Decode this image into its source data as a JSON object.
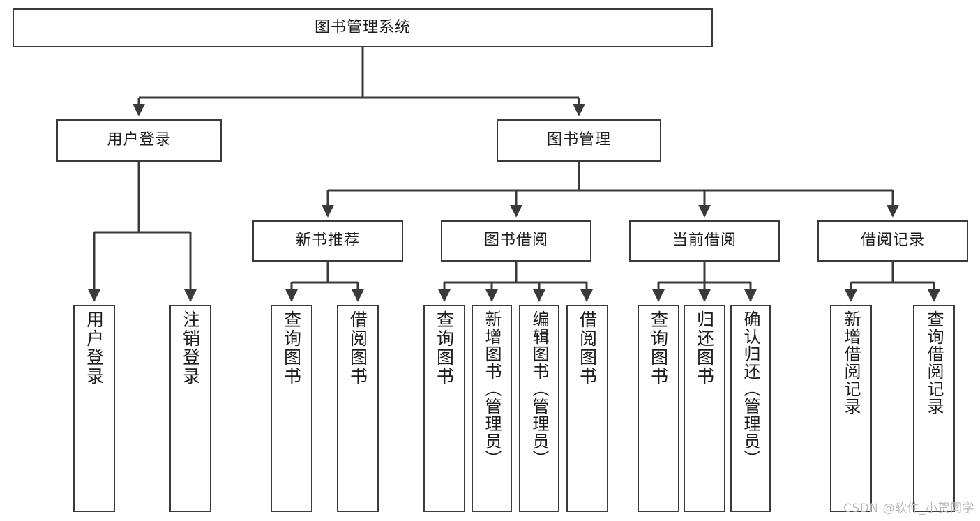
{
  "diagram": {
    "type": "tree",
    "title": "图书管理系统",
    "root": {
      "label": "图书管理系统"
    },
    "level2": [
      {
        "label": "用户登录"
      },
      {
        "label": "图书管理"
      }
    ],
    "level3": [
      {
        "label": "新书推荐"
      },
      {
        "label": "图书借阅"
      },
      {
        "label": "当前借阅"
      },
      {
        "label": "借阅记录"
      }
    ],
    "leaves": {
      "user_login": [
        {
          "label": "用户登录"
        },
        {
          "label": "注销登录"
        }
      ],
      "new_book_recommend": [
        {
          "label": "查询图书"
        },
        {
          "label": "借阅图书"
        }
      ],
      "book_borrow": [
        {
          "label": "查询图书"
        },
        {
          "label": "新增图书（管理员）"
        },
        {
          "label": "编辑图书（管理员）"
        },
        {
          "label": "借阅图书"
        }
      ],
      "current_borrow": [
        {
          "label": "查询图书"
        },
        {
          "label": "归还图书"
        },
        {
          "label": "确认归还（管理员）"
        }
      ],
      "borrow_records": [
        {
          "label": "新增借阅记录"
        },
        {
          "label": "查询借阅记录"
        }
      ]
    }
  },
  "watermark": {
    "text": "CSDN @软件_小贺同学"
  },
  "colors": {
    "stroke": "#3a3a3a",
    "text": "#1c1c1c",
    "background": "#ffffff",
    "watermark": "#b9b9b9"
  }
}
